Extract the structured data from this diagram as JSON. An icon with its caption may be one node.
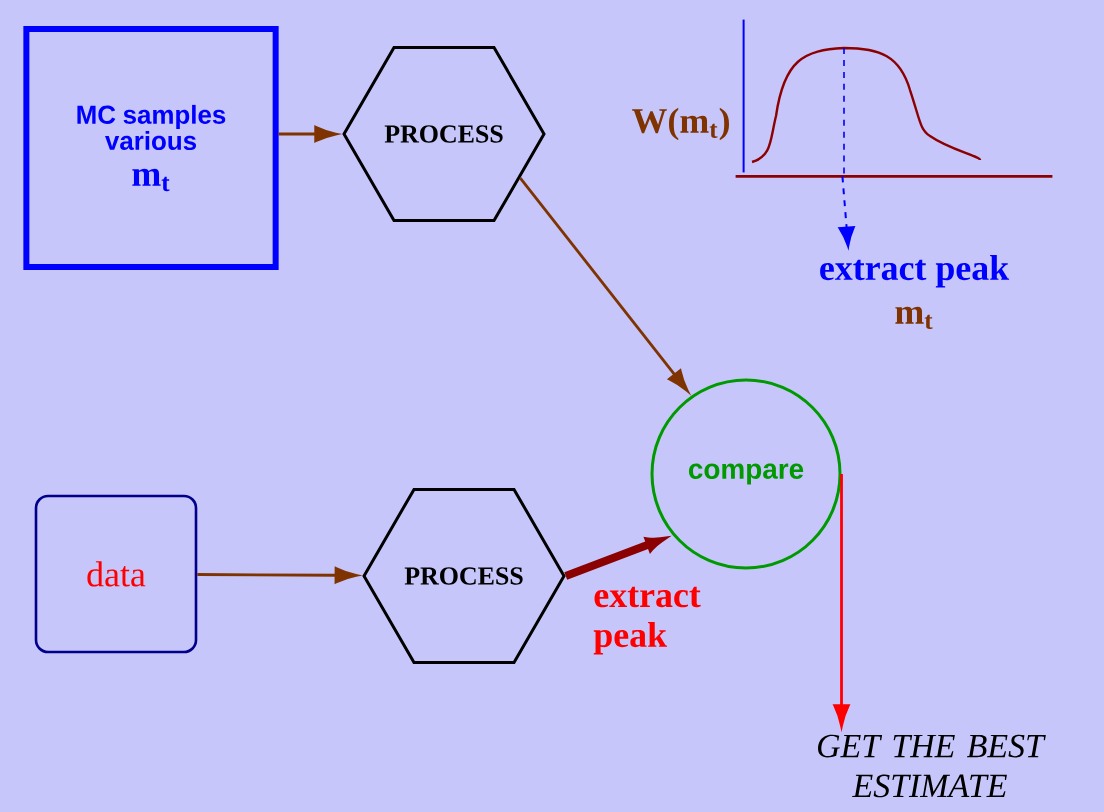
{
  "diagram": {
    "nodes": [
      {
        "text": [
          "MC samples various",
          "m$_{t}$"
        ]
      },
      {
        "text": [
          "PROCESS"
        ]
      },
      {
        "text": [
          "data"
        ]
      },
      {
        "text": [
          "PROCESS"
        ]
      },
      {
        "text": [
          "compare"
        ]
      },
      {
        "text": [
          "GET THE BEST ESTIMATE"
        ]
      },
      {
        "text": [],
        "shape": "picture",
        "beside": [
          "W(m$_{t}$)"
        ]
      },
      {
        "text": [
          "extract  peak",
          "m$_{t}$"
        ]
      }
    ],
    "edges": [
      {
        "from": 0,
        "to": 1,
        "arrow": "to"
      },
      {
        "from": 1,
        "to": 4,
        "arrow": "to"
      },
      {
        "from": 2,
        "to": 3,
        "arrow": "to"
      },
      {
        "from": 3,
        "to": 4,
        "arrow": "to",
        "label": "extract peak",
        "style": "thick",
        "color": "#8b0000"
      },
      {
        "from": 4,
        "to": 5,
        "arrow": "to",
        "color": "#ff0000"
      },
      {
        "from": 6,
        "to": 7,
        "arrow": "to",
        "style": "dashed",
        "color": "#0000ff"
      }
    ]
  }
}
